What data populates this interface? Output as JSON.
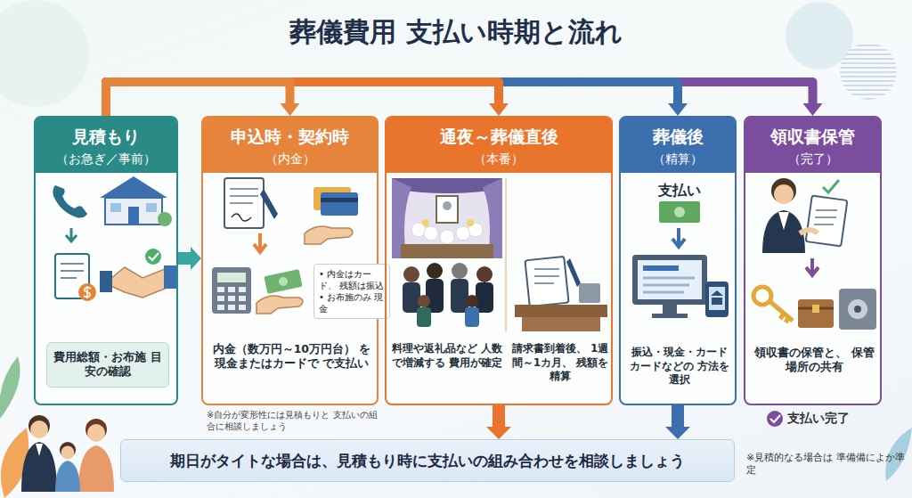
{
  "diagram": {
    "title": "葬儀費用 支払い時期と流れ",
    "nodes": [
      {
        "text": [
          "見積もり",
          "（お急ぎ／事前）"
        ]
      },
      {
        "text": [
          "費用総額・お布施 目安の確認"
        ],
        "in": 0
      },
      {
        "text": [
          "申込時・契約時",
          "（内金）",
          "内金（数万円～10万円台） を現金またはカードで で支払い"
        ]
      },
      {
        "text": [
          "• 内金はカード、 残額は振込",
          "• お布施のみ 現金"
        ],
        "in": 2
      },
      {
        "text": [
          "通夜～葬儀直後",
          "（本番）",
          "料理や返礼品など 人数で増減する 費用が確定",
          "請求書到着後、 1週間～1カ月、 残額を精算"
        ]
      },
      {
        "text": [
          "葬儀後",
          "（精算）",
          "支払い",
          "振込・現金・カード カードなどの 方法を選択"
        ]
      },
      {
        "text": [
          "領収書保管",
          "（完了）",
          "領収書の保管と、 保管場所の共有"
        ]
      },
      {
        "text": [
          "期日がタイトな場合は、見積もり時に支払いの組み合わせを相談しましょう"
        ]
      }
    ],
    "edges": [
      {
        "from": 0,
        "to": 2,
        "arrow": "to"
      },
      {
        "from": 0,
        "to": 4,
        "arrow": "to"
      },
      {
        "from": 0,
        "to": 5,
        "arrow": "to"
      },
      {
        "from": 0,
        "to": 6,
        "arrow": "to"
      },
      {
        "from": 0,
        "to": 2,
        "arrow": "to"
      },
      {
        "from": 4,
        "to": 7,
        "arrow": "to"
      },
      {
        "from": 5,
        "to": 7,
        "arrow": "to"
      }
    ],
    "labels": [
      "※自分が変形性には見積もりと 支払いの組合に相談しましょう",
      "支払い完了",
      "※見積的なる場合は 準備備によか準定"
    ]
  }
}
